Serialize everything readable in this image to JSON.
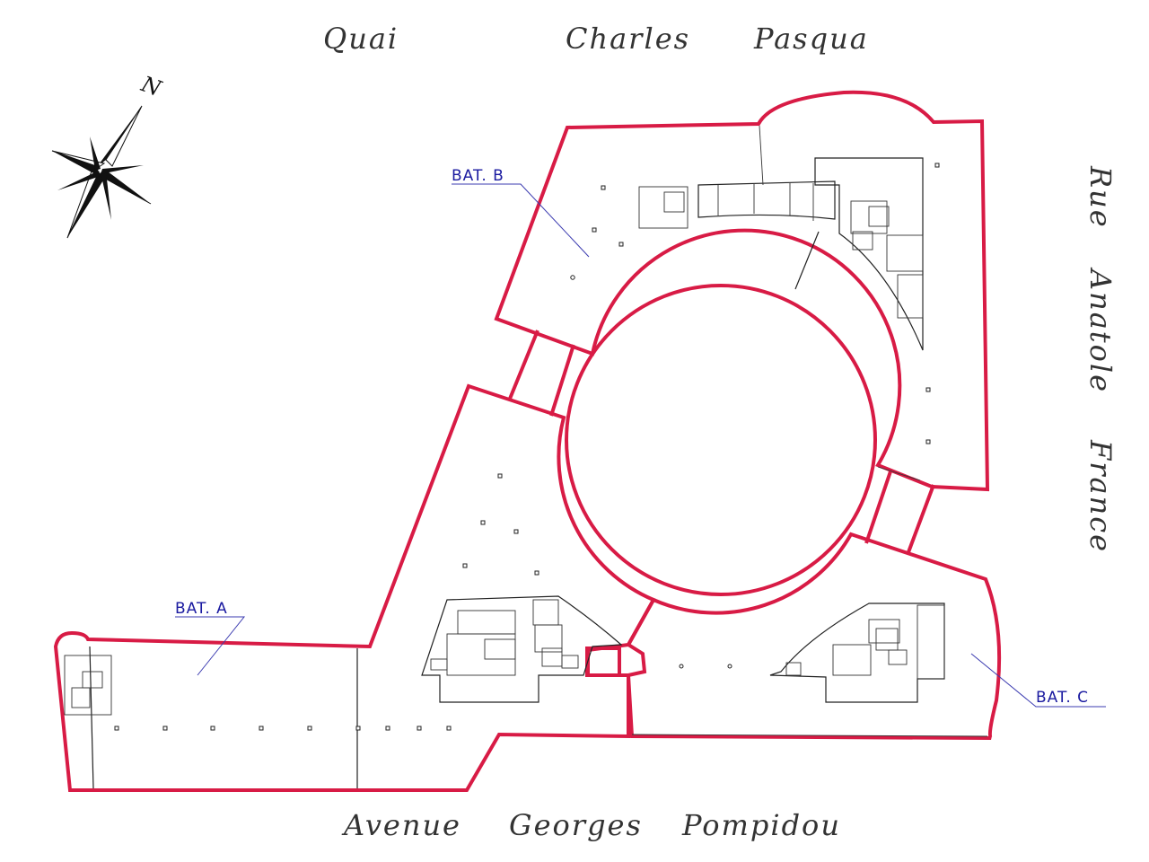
{
  "streets": {
    "top_1": "Quai",
    "top_2": "Charles",
    "top_3": "Pasqua",
    "right_1": "Rue",
    "right_2": "Anatole",
    "right_3": "France",
    "bottom_1": "Avenue",
    "bottom_2": "Georges",
    "bottom_3": "Pompidou"
  },
  "buildings": {
    "a": "BAT.  A",
    "b": "BAT.  B",
    "c": "BAT.  C"
  },
  "compass": {
    "north_label": "N"
  },
  "colors": {
    "outline": "#d81b45",
    "label_blue": "#1a1aa0",
    "street_text": "#333333"
  }
}
